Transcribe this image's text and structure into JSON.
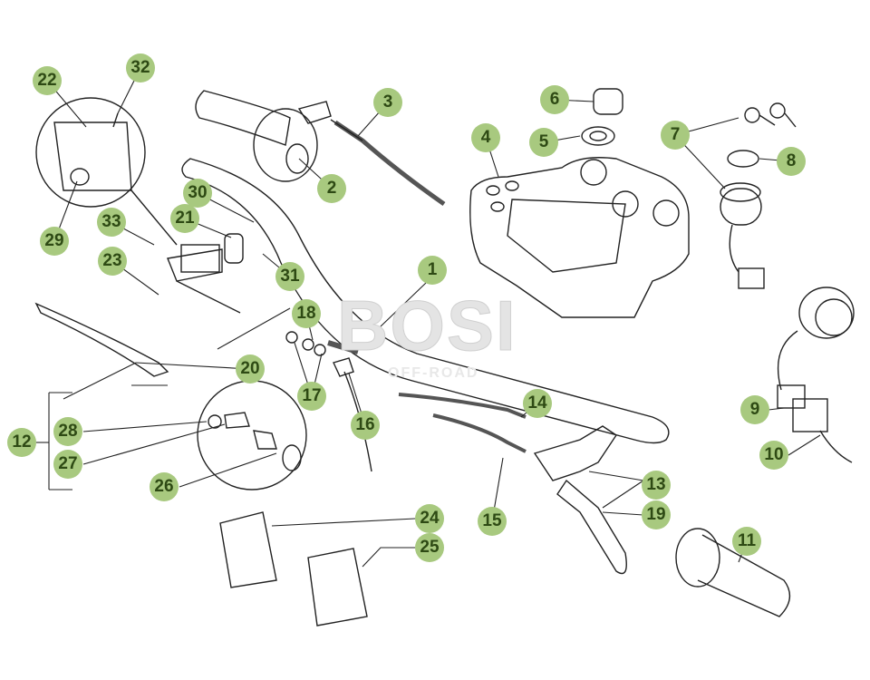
{
  "watermark": {
    "brand": "BOSI",
    "sub": "OFF-ROAD"
  },
  "colors": {
    "label_fill": "#a8c97f",
    "label_text": "#2e4a14",
    "line": "#222222"
  },
  "callouts": [
    "1",
    "2",
    "3",
    "4",
    "5",
    "6",
    "7",
    "8",
    "9",
    "10",
    "11",
    "12",
    "13",
    "14",
    "15",
    "16",
    "17",
    "18",
    "19",
    "20",
    "21",
    "22",
    "23",
    "24",
    "25",
    "26",
    "27",
    "28",
    "29",
    "30",
    "31",
    "32",
    "33"
  ]
}
